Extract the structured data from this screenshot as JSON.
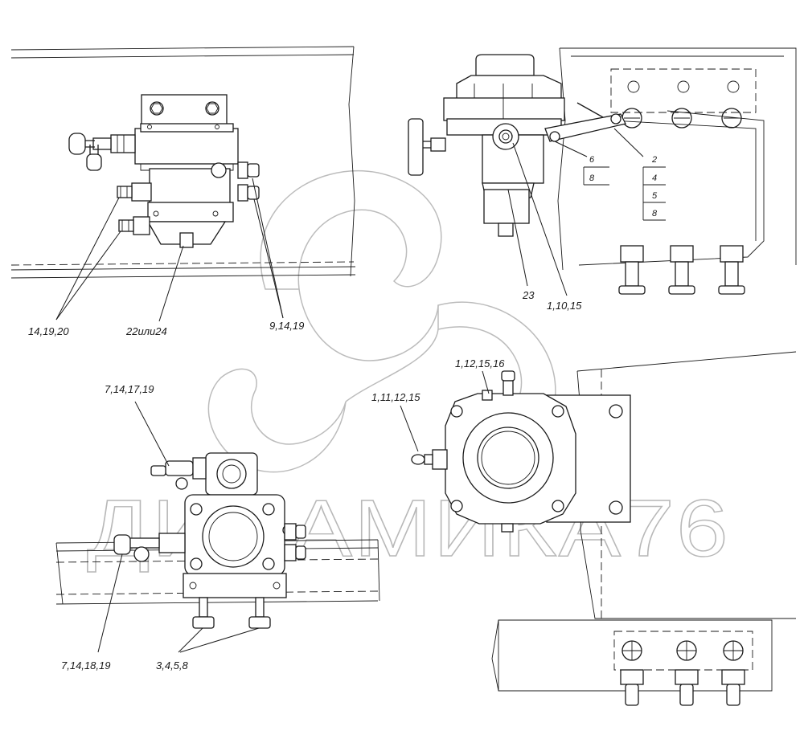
{
  "watermark": {
    "text": "ДИНАМИКА76"
  },
  "callouts": {
    "c_14_19_20": "14,19,20",
    "c_22_24": "22или24",
    "c_9_14_19": "9,14,19",
    "c_23": "23",
    "c_1_10_15": "1,10,15",
    "c_7_14_17_19": "7,14,17,19",
    "c_7_14_18_19": "7,14,18,19",
    "c_3_4_5_8": "3,4,5,8",
    "c_1_12_15_16": "1,12,15,16",
    "c_1_11_12_15": "1,11,12,15"
  },
  "table_labels": {
    "t6": "6",
    "t8a": "8",
    "t2": "2",
    "t4": "4",
    "t5": "5",
    "t8b": "8"
  }
}
